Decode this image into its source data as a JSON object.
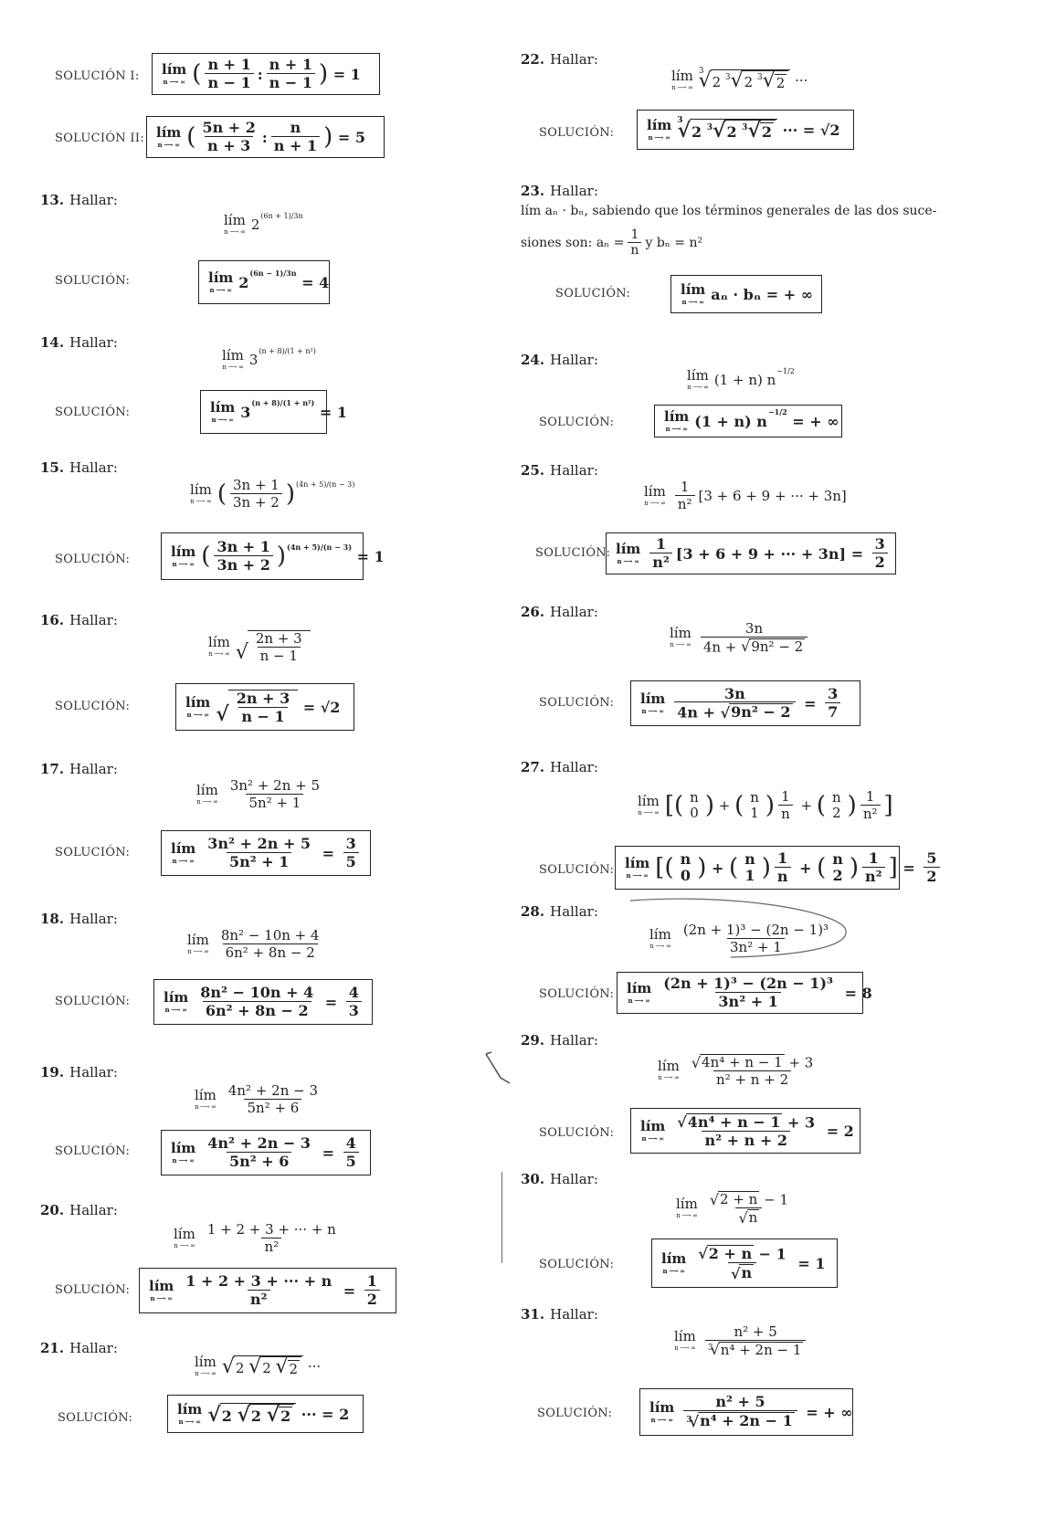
{
  "labels": {
    "solucion": "SOLUCIÓN:",
    "solucion_i": "SOLUCIÓN I:",
    "solucion_ii": "SOLUCIÓN II:",
    "hallar": "Hallar:",
    "lim": "lím",
    "lim_sub": "n ⟶ ∞"
  },
  "left": [
    {
      "id": "sol1",
      "result": "= 1"
    },
    {
      "id": "sol2",
      "result": "= 5"
    },
    {
      "number": "13.",
      "result": "= 4"
    },
    {
      "number": "14.",
      "result": "= 1"
    },
    {
      "number": "15.",
      "result": "= 1"
    },
    {
      "number": "16.",
      "result": "= √2"
    },
    {
      "number": "17.",
      "num": "3n² + 2n + 5",
      "den": "5n² + 1",
      "result_num": "3",
      "result_den": "5"
    },
    {
      "number": "18.",
      "num": "8n² − 10n + 4",
      "den": "6n² + 8n − 2",
      "result_num": "4",
      "result_den": "3"
    },
    {
      "number": "19.",
      "num": "4n² + 2n − 3",
      "den": "5n² + 6",
      "result_num": "4",
      "result_den": "5"
    },
    {
      "number": "20.",
      "num": "1 + 2 + 3 + ··· + n",
      "den": "n²",
      "result_num": "1",
      "result_den": "2"
    },
    {
      "number": "21.",
      "result": "= 2"
    }
  ],
  "right": [
    {
      "number": "22.",
      "result": "= √2"
    },
    {
      "number": "23.",
      "statement_a": "lím aₙ · bₙ, sabiendo que los términos generales de las dos suce-",
      "statement_b": "siones son: aₙ =",
      "and_text": "y  bₙ = n²",
      "result": "= + ∞"
    },
    {
      "number": "24.",
      "expr": "(1 + n) n",
      "exp": "−1/2",
      "result": "= + ∞"
    },
    {
      "number": "25.",
      "bracket": "[3 + 6 + 9 + ··· + 3n]",
      "result_num": "3",
      "result_den": "2"
    },
    {
      "number": "26.",
      "num": "3n",
      "den_a": "4n + ",
      "den_rad": "9n² − 2",
      "result_num": "3",
      "result_den": "7"
    },
    {
      "number": "27.",
      "result_num": "5",
      "result_den": "2"
    },
    {
      "number": "28.",
      "num": "(2n + 1)³ − (2n − 1)³",
      "den": "3n² + 1",
      "result": "= 8"
    },
    {
      "number": "29.",
      "num_rad": "4n⁴ + n − 1",
      "num_tail": " + 3",
      "den": "n² + n + 2",
      "result": "= 2"
    },
    {
      "number": "30.",
      "num_rad": "2 + n",
      "num_tail": " − 1",
      "den_rad": "n",
      "result": "= 1"
    },
    {
      "number": "31.",
      "num": "n² + 5",
      "den_rad": "n⁴ + 2n − 1",
      "result": "= + ∞"
    }
  ]
}
